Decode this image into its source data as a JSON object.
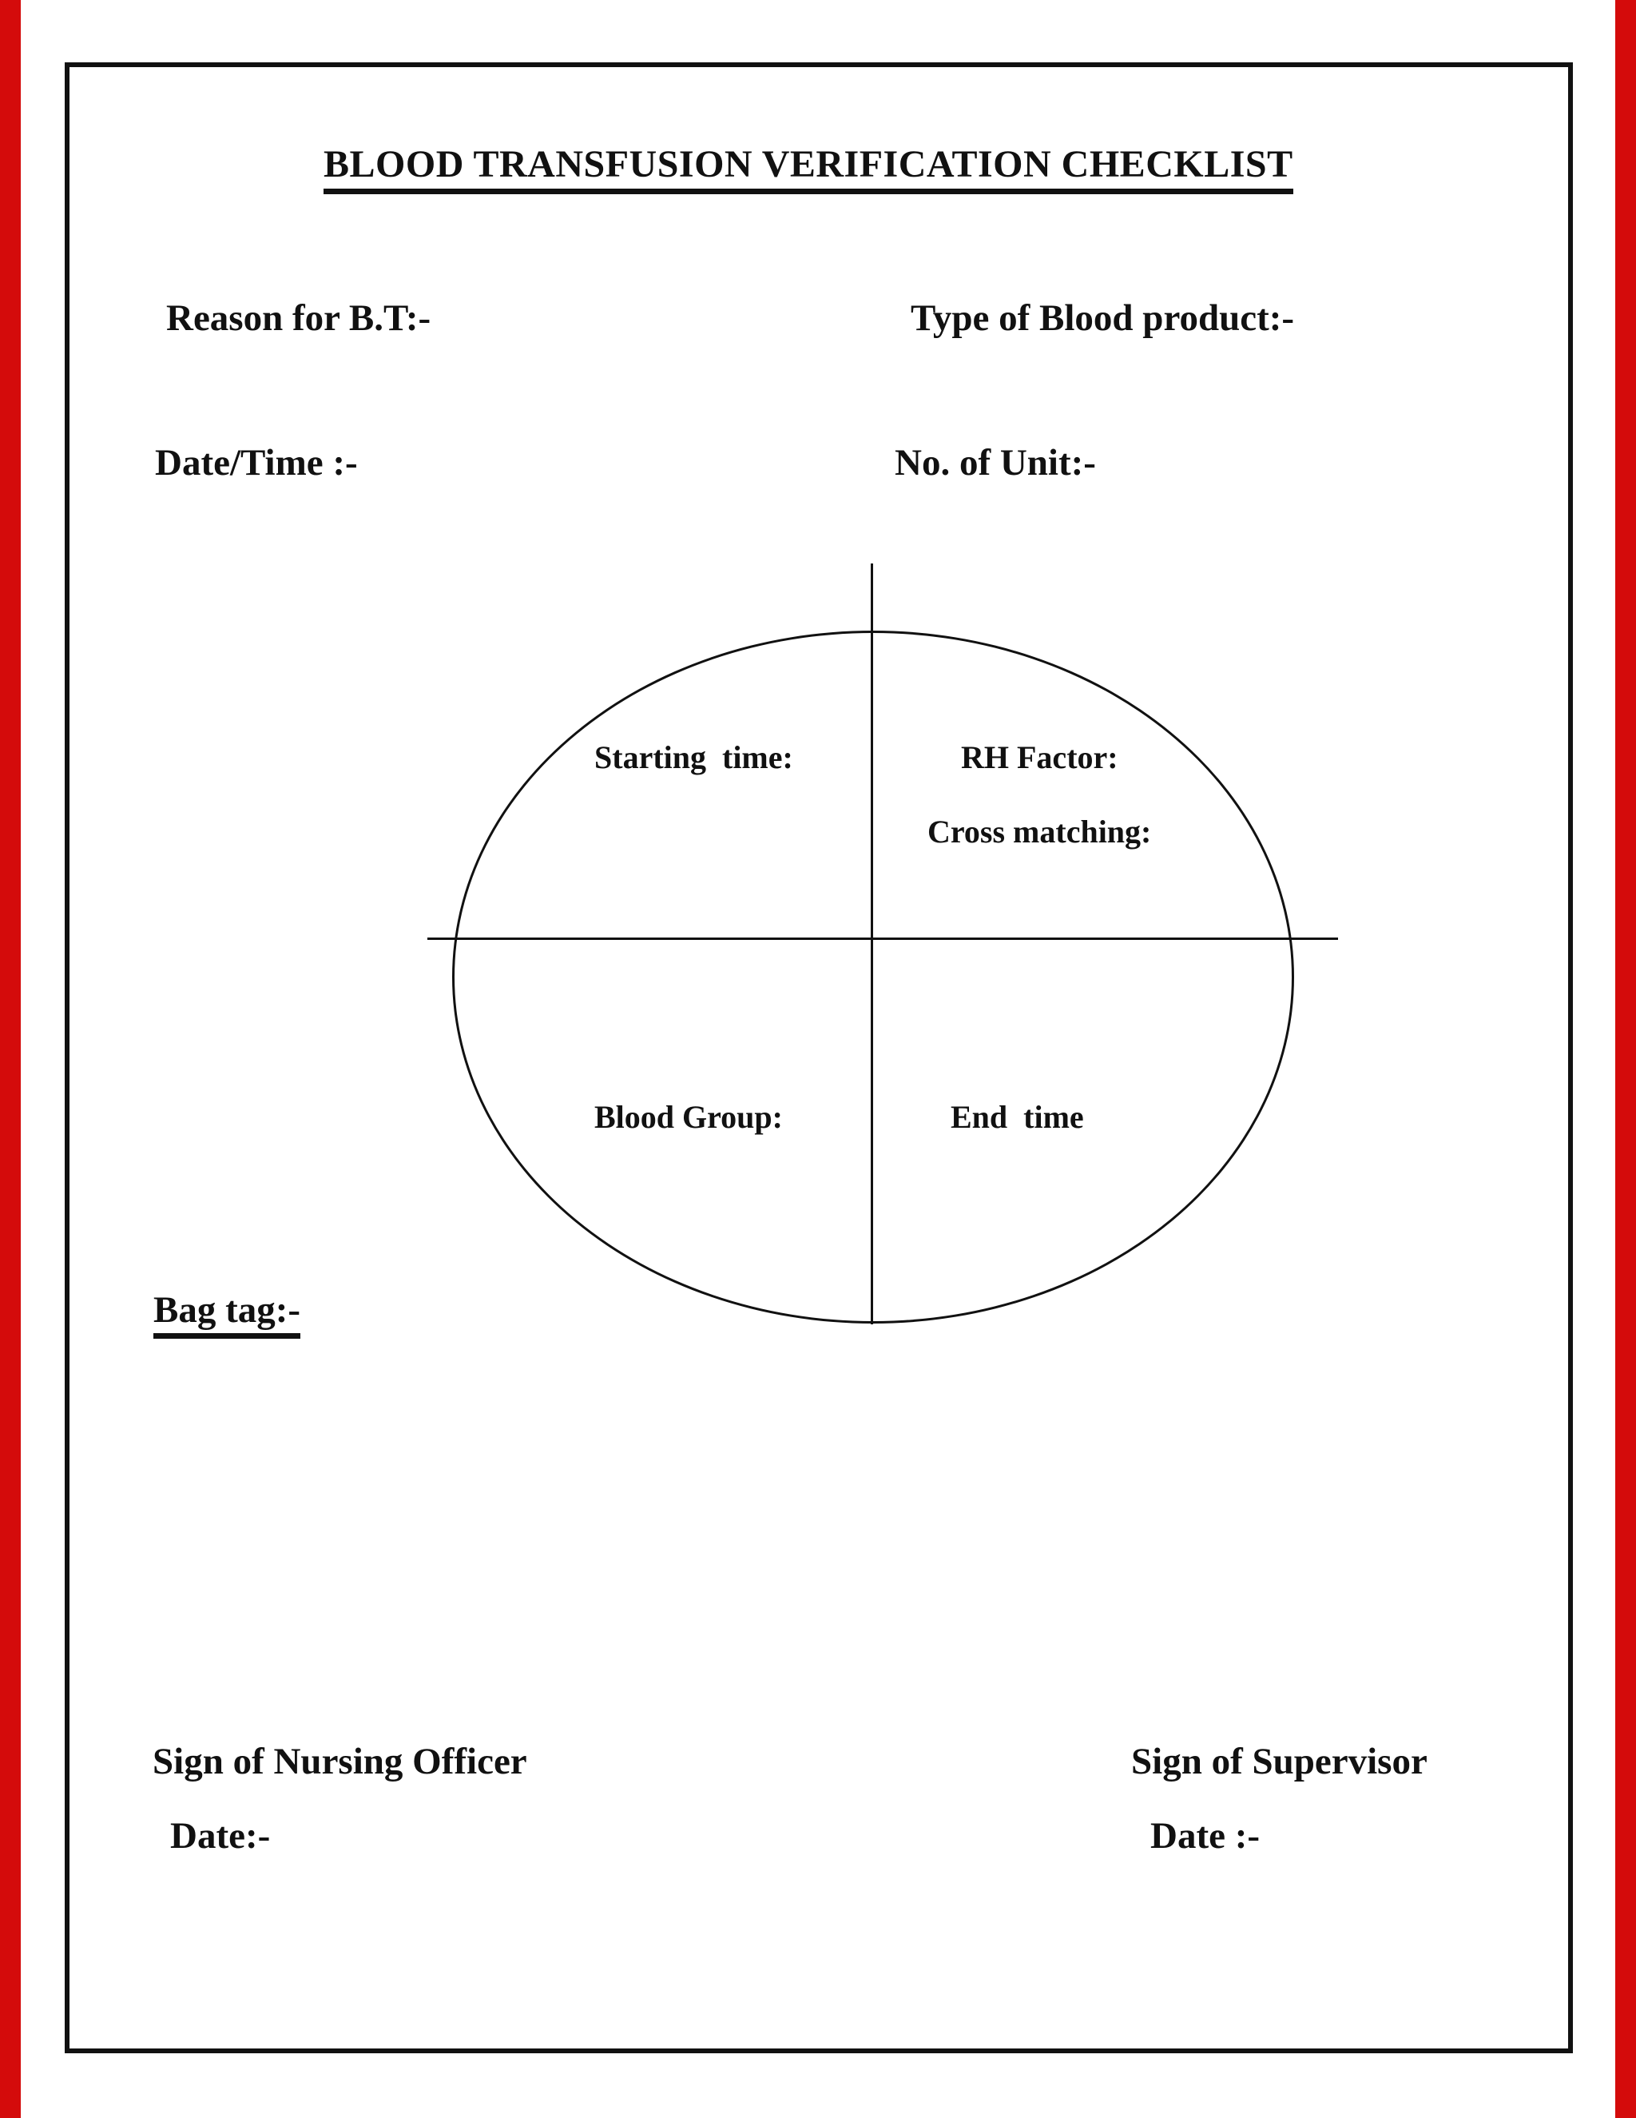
{
  "document": {
    "title": "BLOOD TRANSFUSION VERIFICATION CHECKLIST",
    "fields": {
      "reason": "Reason for B.T:-",
      "blood_product": "Type of Blood product:-",
      "date_time": "Date/Time :-",
      "unit_count": "No. of Unit:-"
    },
    "verification_wheel": {
      "top_left": "Starting  time:",
      "top_right_line1": "RH Factor:",
      "top_right_line2": "Cross matching:",
      "bottom_left": "Blood Group:",
      "bottom_right": "End  time"
    },
    "bag_tag_label": "Bag tag:-",
    "signatures": {
      "nursing_officer": "Sign of Nursing Officer",
      "nursing_officer_date": "Date:-",
      "supervisor": "Sign of Supervisor",
      "supervisor_date": "Date :-"
    },
    "colors": {
      "edge_stripe": "#d40b0b",
      "ink": "#111111",
      "paper": "#ffffff"
    }
  }
}
